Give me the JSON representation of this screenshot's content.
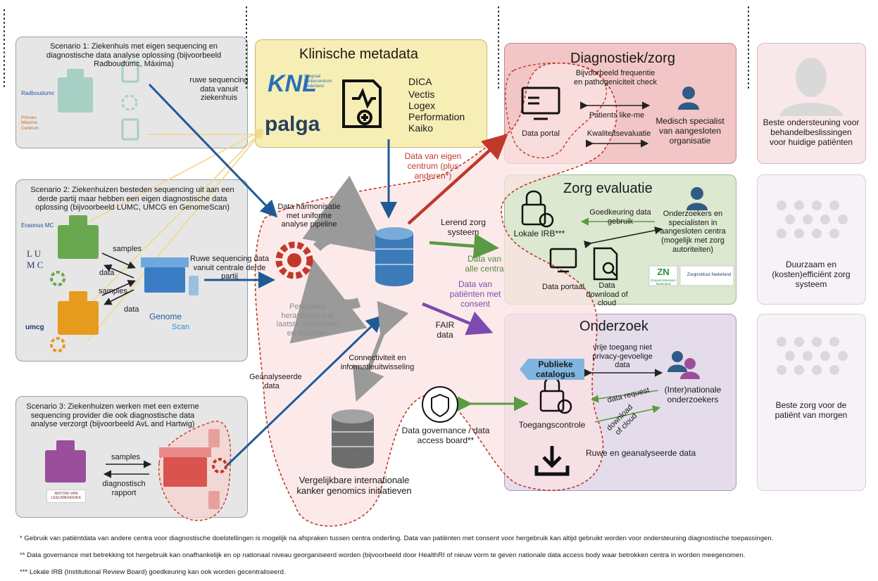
{
  "scenario1": {
    "text": "Scenario 1: Ziekenhuis met eigen sequencing en diagnostische data analyse oplossing (bijvoorbeeld Radboudumc, Máxima)",
    "arrow_label": "ruwe sequencing data vanuit ziekenhuis",
    "logo1": "Radboudumc",
    "logo2": "Prinses Máxima Centrum"
  },
  "scenario2": {
    "text": "Scenario 2: Ziekenhuizen besteden sequencing uit aan een derde partij maar hebben een eigen diagnostische data oplossing (bijvoorbeeld LUMC, UMCG en GenomeScan)",
    "samples1": "samples",
    "data1": "data",
    "samples2": "samples",
    "data2": "data",
    "arrow_label": "Ruwe sequencing data vanuit centrale derde partij",
    "logo_erasmus": "Erasmus MC",
    "logo_lumc_1": "L U",
    "logo_lumc_2": "M C",
    "logo_umcg": "umcg",
    "logo_genome_1": "Genome",
    "logo_genome_2": "Scan"
  },
  "scenario3": {
    "text": "Scenario 3: Ziekenhuizen werken met een externe sequencing provider die ook diagnostische data analyse verzorgt (bijvoorbeeld AvL and Hartwig)",
    "samples": "samples",
    "report": "diagnostisch rapport",
    "logo_avl": "ANTONI VAN LEEUWENHOEK",
    "arrow_label": "Geanalyseerde data"
  },
  "metadata": {
    "title": "Klinische metadata",
    "sources": [
      "DICA",
      "Vectis",
      "Logex",
      "Performation",
      "Kaiko"
    ],
    "logo_knl": "KNL",
    "logo_knl_sub": "Integraal kankercentrum Nederland",
    "logo_palga": "palga"
  },
  "center": {
    "harmonisation": "Data harmonisatie met uniforme analyse pipeline",
    "reanalysis": "Periodieke heranalyse met laatste technieken en inzichten",
    "own_centre": "Data van eigen centrum (plus anderen*)",
    "learning": "Lerend zorg systeem",
    "all_centres": "Data van alle centra",
    "consent": "Data van patiënten met consent",
    "fair": "FAIR data",
    "connectivity": "Connectiviteit en informatieuitwisseling",
    "comparable": "Vergelijkbare internationale kanker genomics initiatieven",
    "governance": "Data governance / data access board**"
  },
  "diagnostiek": {
    "title": "Diagnostiek/zorg",
    "portal": "Data portal",
    "example": "Bijvoorbeeld frequentie en pathogeniciteit check",
    "patients": "Patients like-me",
    "quality": "Kwaliteitsevaluatie",
    "specialist": "Medisch specialist van aangesloten organisatie"
  },
  "evaluatie": {
    "title": "Zorg evaluatie",
    "irb": "Lokale IRB***",
    "approval": "Goedkeuring data gebruik",
    "researchers": "Onderzoekers en specialisten in aangesloten centra (mogelijk met zorg autoriteiten)",
    "portal": "Data portaal",
    "download": "Data download of cloud",
    "logo_zn": "ZN",
    "logo_zn_sub": "Zorgverzekeraars Nederland",
    "logo_zin": "Zorginstituut Nederland"
  },
  "onderzoek": {
    "title": "Onderzoek",
    "catalogus": "Publieke catalogus",
    "free_access": "vrije toegang niet privacy-gevoelige data",
    "researchers": "(Inter)nationale onderzoekers",
    "access": "Toegangscontrole",
    "request": "data request",
    "download": "download of cloud",
    "raw": "Ruwe en geanalyseerde data"
  },
  "outcomes": [
    "Beste ondersteuning voor behandelbeslissingen voor huidige patiënten",
    "Duurzaam en (kosten)efficiënt zorg systeem",
    "Beste zorg voor de patiënt van morgen"
  ],
  "footnotes": [
    "* Gebruik van patiëntdata van andere centra voor diagnostische doelstellingen is mogelijk na afspraken tussen centra onderling. Data van patiënten met consent voor hergebruik kan altijd gebruikt worden voor ondersteuning diagnostische toepassingen.",
    "** Data governance met betrekking tot hergebruik kan onafhankelijk en op nationaal niveau georganiseerd worden (bijvoorbeeld door HealthRI of nieuw vorm te geven nationale data access body waar betrokken centra in worden meegenomen.",
    "*** Lokale IRB (Institutional Review Board) goedkeuring kan ook worden gecentraliseerd."
  ],
  "colors": {
    "blue_arrow": "#1f5a96",
    "red_arrow": "#c0392b",
    "green_arrow": "#5b9a44",
    "purple_arrow": "#7d4ab0",
    "green_hosp": "#6aa84f",
    "orange_hosp": "#e69a1e",
    "purple_hosp": "#9b4f9b",
    "red_store": "#d9534f"
  }
}
